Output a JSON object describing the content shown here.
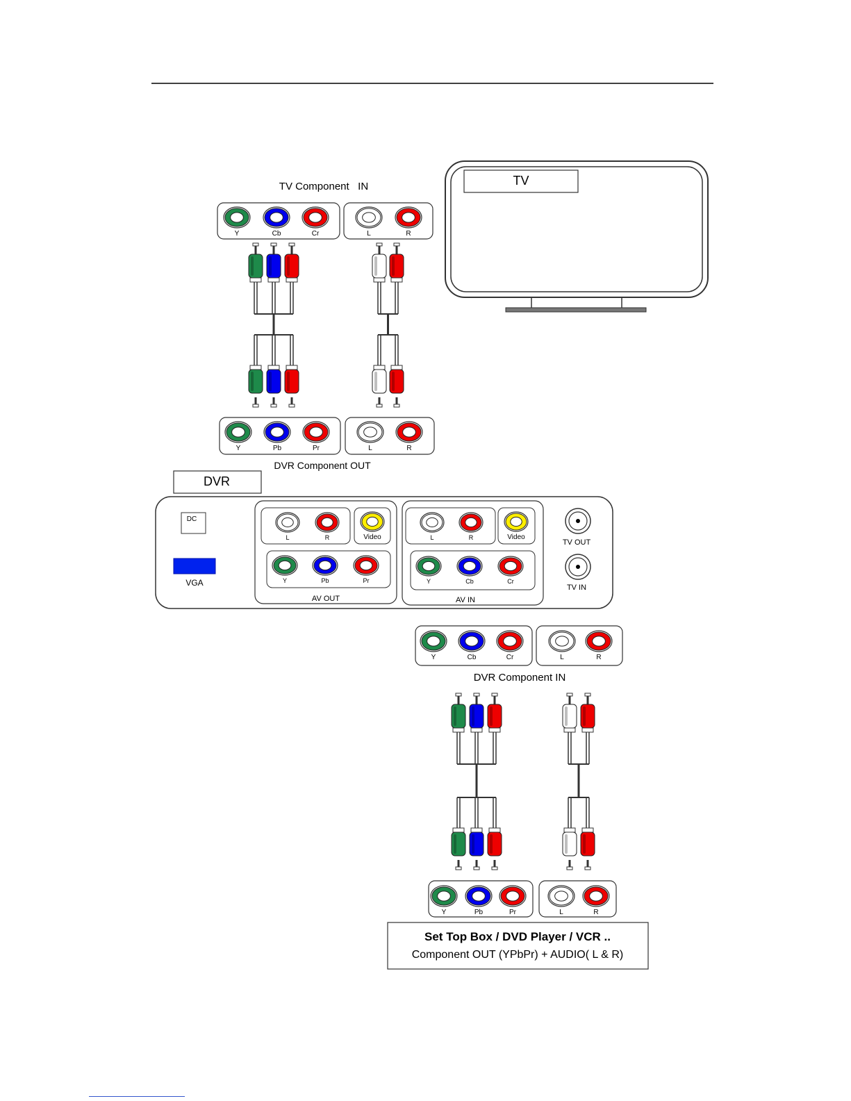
{
  "tv": {
    "label": "TV",
    "component_in_title": "TV Component   IN",
    "video_jacks": [
      "Y",
      "Cb",
      "Cr"
    ],
    "audio_jacks": [
      "L",
      "R"
    ]
  },
  "dvr_component_out": {
    "title": "DVR Component OUT",
    "video_jacks": [
      "Y",
      "Pb",
      "Pr"
    ],
    "audio_jacks": [
      "L",
      "R"
    ]
  },
  "dvr": {
    "label": "DVR",
    "dc_label": "DC",
    "vga_label": "VGA",
    "av_out": {
      "title": "AV OUT",
      "audio_jacks": [
        "L",
        "R"
      ],
      "video_label": "Video",
      "component_jacks": [
        "Y",
        "Pb",
        "Pr"
      ]
    },
    "av_in": {
      "title": "AV IN",
      "audio_jacks": [
        "L",
        "R"
      ],
      "video_label": "Video",
      "component_jacks": [
        "Y",
        "Cb",
        "Cr"
      ]
    },
    "tv_out_label": "TV OUT",
    "tv_in_label": "TV IN"
  },
  "dvr_component_in": {
    "title": "DVR Component IN",
    "video_jacks": [
      "Y",
      "Cb",
      "Cr"
    ],
    "audio_jacks": [
      "L",
      "R"
    ]
  },
  "source": {
    "title": "Set Top Box / DVD Player / VCR ..",
    "subtitle": "Component OUT (YPbPr) + AUDIO( L & R)",
    "video_jacks": [
      "Y",
      "Pb",
      "Pr"
    ],
    "audio_jacks": [
      "L",
      "R"
    ]
  },
  "colors": {
    "green": "#1e8a4a",
    "blue": "#0000ee",
    "red": "#ee0000",
    "white": "#ffffff",
    "yellow": "#ffee00",
    "vga": "#0022ee",
    "line": "#333333"
  }
}
